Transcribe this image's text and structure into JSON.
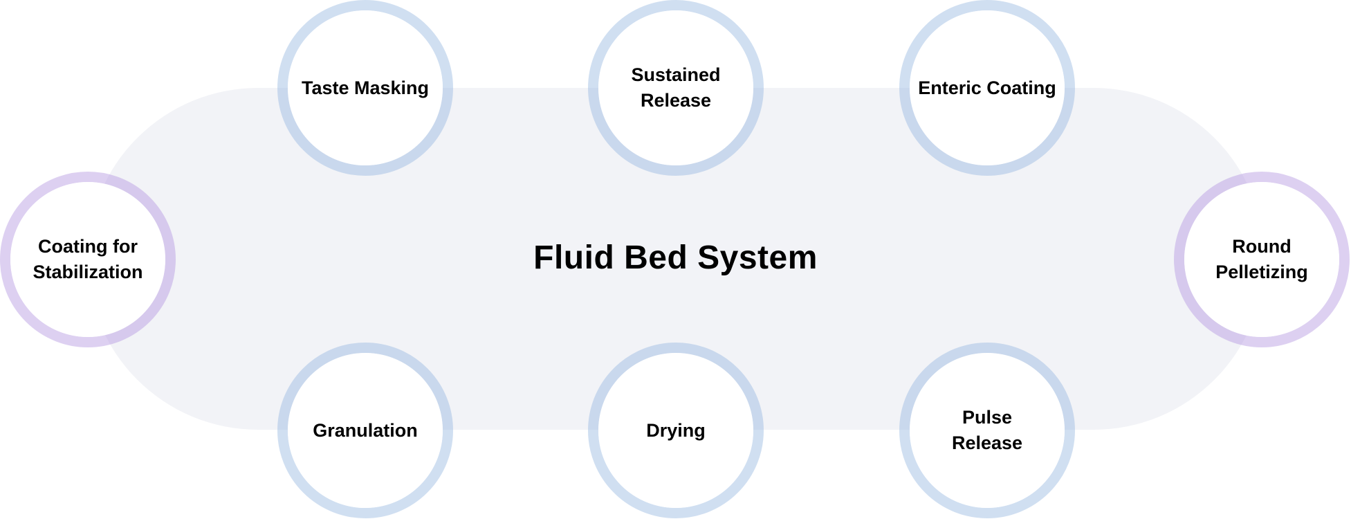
{
  "diagram": {
    "title": "Fluid Bed System",
    "nodes": [
      {
        "label": "Taste Masking",
        "color": "#cddcf0"
      },
      {
        "label": "Sustained Release",
        "color": "#cddcf0"
      },
      {
        "label": "Enteric Coating",
        "color": "#cddcf0"
      },
      {
        "label": "Coating for Stabilization",
        "color": "#dccdf0"
      },
      {
        "label": "Round Pelletizing",
        "color": "#dccdf0"
      },
      {
        "label": "Granulation",
        "color": "#cddcf0"
      },
      {
        "label": "Drying",
        "color": "#cddcf0"
      },
      {
        "label": "Pulse Release",
        "color": "#cddcf0"
      }
    ]
  }
}
